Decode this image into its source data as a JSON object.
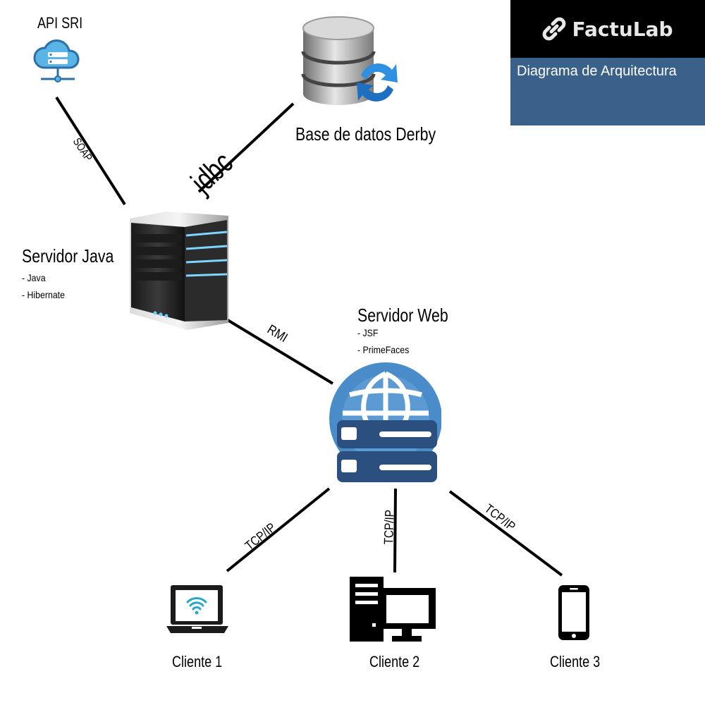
{
  "brand": {
    "name": "FactuLab",
    "subtitle": "Diagrama de Arquitectura",
    "panel_color": "#3a6189"
  },
  "nodes": {
    "api_sri": {
      "label": "API SRI",
      "icon": "cloud-server-icon"
    },
    "database": {
      "label": "Base de datos Derby",
      "icon": "database-sync-icon"
    },
    "java_server": {
      "label": "Servidor Java",
      "details": [
        "- Java",
        "- Hibernate"
      ],
      "icon": "server-tower-icon"
    },
    "web_server": {
      "label": "Servidor Web",
      "details": [
        "- JSF",
        "- PrimeFaces"
      ],
      "icon": "globe-server-icon"
    },
    "client1": {
      "label": "Cliente 1",
      "icon": "laptop-wifi-icon"
    },
    "client2": {
      "label": "Cliente 2",
      "icon": "desktop-computer-icon"
    },
    "client3": {
      "label": "Cliente 3",
      "icon": "smartphone-icon"
    }
  },
  "connections": {
    "soap": "SOAP",
    "jdbc": "jdbc",
    "rmi": "RMI",
    "tcp1": "TCP/IP",
    "tcp2": "TCP/IP",
    "tcp3": "TCP/IP"
  }
}
